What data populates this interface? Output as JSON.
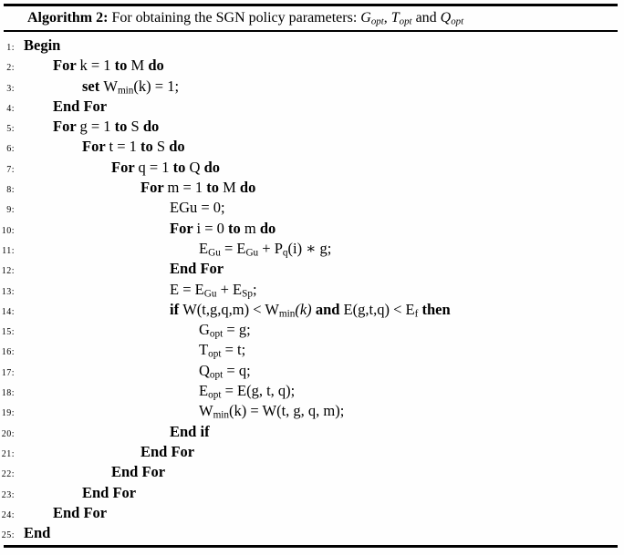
{
  "colors": {
    "background": "#ffffff",
    "text": "#000000",
    "rule": "#000000"
  },
  "title": {
    "segments": [
      {
        "t": "Algorithm 2:",
        "b": 1
      },
      {
        "t": " For obtaining the SGN policy parameters: "
      },
      {
        "t": "G",
        "i": 1
      },
      {
        "t": "opt",
        "i": 1,
        "sub": 1
      },
      {
        "t": ", "
      },
      {
        "t": "T",
        "i": 1
      },
      {
        "t": "opt",
        "i": 1,
        "sub": 1
      },
      {
        "t": " and "
      },
      {
        "t": "Q",
        "i": 1
      },
      {
        "t": "opt",
        "i": 1,
        "sub": 1
      }
    ]
  },
  "lines": [
    {
      "n": "1:",
      "indent": 0,
      "segments": [
        {
          "t": "Begin",
          "b": 1
        }
      ]
    },
    {
      "n": "2:",
      "indent": 1,
      "segments": [
        {
          "t": "For ",
          "b": 1
        },
        {
          "t": "k = 1 "
        },
        {
          "t": "to",
          "b": 1
        },
        {
          "t": " M "
        },
        {
          "t": "do",
          "b": 1
        }
      ]
    },
    {
      "n": "3:",
      "indent": 2,
      "segments": [
        {
          "t": "set ",
          "b": 1
        },
        {
          "t": "W"
        },
        {
          "t": "min",
          "sub": 1
        },
        {
          "t": "(k) = 1;"
        }
      ]
    },
    {
      "n": "4:",
      "indent": 1,
      "segments": [
        {
          "t": "End For",
          "b": 1
        }
      ]
    },
    {
      "n": "5:",
      "indent": 1,
      "segments": [
        {
          "t": "For ",
          "b": 1
        },
        {
          "t": "g = 1 "
        },
        {
          "t": "to",
          "b": 1
        },
        {
          "t": " S "
        },
        {
          "t": "do",
          "b": 1
        }
      ]
    },
    {
      "n": "6:",
      "indent": 2,
      "segments": [
        {
          "t": "For ",
          "b": 1
        },
        {
          "t": "t = 1 "
        },
        {
          "t": "to",
          "b": 1
        },
        {
          "t": " S "
        },
        {
          "t": "do",
          "b": 1
        }
      ]
    },
    {
      "n": "7:",
      "indent": 3,
      "segments": [
        {
          "t": "For ",
          "b": 1
        },
        {
          "t": "q = 1 "
        },
        {
          "t": "to",
          "b": 1
        },
        {
          "t": " Q "
        },
        {
          "t": "do",
          "b": 1
        }
      ]
    },
    {
      "n": "8:",
      "indent": 4,
      "segments": [
        {
          "t": "For ",
          "b": 1
        },
        {
          "t": "m = 1 "
        },
        {
          "t": "to",
          "b": 1
        },
        {
          "t": " M "
        },
        {
          "t": "do",
          "b": 1
        }
      ]
    },
    {
      "n": "9:",
      "indent": 5,
      "segments": [
        {
          "t": "EGu = 0;"
        }
      ]
    },
    {
      "n": "10:",
      "indent": 5,
      "segments": [
        {
          "t": "For ",
          "b": 1
        },
        {
          "t": "i = 0 "
        },
        {
          "t": "to",
          "b": 1
        },
        {
          "t": " m "
        },
        {
          "t": "do",
          "b": 1
        }
      ]
    },
    {
      "n": "11:",
      "indent": 6,
      "segments": [
        {
          "t": "E"
        },
        {
          "t": "Gu",
          "sub": 1
        },
        {
          "t": " = E"
        },
        {
          "t": "Gu",
          "sub": 1
        },
        {
          "t": " + P"
        },
        {
          "t": "q",
          "sub": 1
        },
        {
          "t": "(i) ∗ g;"
        }
      ]
    },
    {
      "n": "12:",
      "indent": 5,
      "segments": [
        {
          "t": "End For",
          "b": 1
        }
      ]
    },
    {
      "n": "13:",
      "indent": 5,
      "segments": [
        {
          "t": "E = E"
        },
        {
          "t": "Gu",
          "sub": 1
        },
        {
          "t": " + E"
        },
        {
          "t": "Sp",
          "sub": 1
        },
        {
          "t": ";"
        }
      ]
    },
    {
      "n": "14:",
      "indent": 5,
      "segments": [
        {
          "t": "if ",
          "b": 1
        },
        {
          "t": "W(t,g,q,m) < W"
        },
        {
          "t": "min",
          "sub": 1
        },
        {
          "t": "(k)",
          "i": 1
        },
        {
          "t": " "
        },
        {
          "t": "and",
          "b": 1
        },
        {
          "t": " E(g,t,q) < E"
        },
        {
          "t": "f",
          "sub": 1
        },
        {
          "t": " "
        },
        {
          "t": "then",
          "b": 1
        }
      ]
    },
    {
      "n": "15:",
      "indent": 6,
      "segments": [
        {
          "t": "G"
        },
        {
          "t": "opt",
          "sub": 1
        },
        {
          "t": " = g;"
        }
      ]
    },
    {
      "n": "16:",
      "indent": 6,
      "segments": [
        {
          "t": "T"
        },
        {
          "t": "opt",
          "sub": 1
        },
        {
          "t": " = t;"
        }
      ]
    },
    {
      "n": "17:",
      "indent": 6,
      "segments": [
        {
          "t": "Q"
        },
        {
          "t": "opt",
          "sub": 1
        },
        {
          "t": " = q;"
        }
      ]
    },
    {
      "n": "18:",
      "indent": 6,
      "segments": [
        {
          "t": "E"
        },
        {
          "t": "opt",
          "sub": 1
        },
        {
          "t": " = E(g, t, q);"
        }
      ]
    },
    {
      "n": "19:",
      "indent": 6,
      "segments": [
        {
          "t": "W"
        },
        {
          "t": "min",
          "sub": 1
        },
        {
          "t": "(k) = W(t, g, q, m);"
        }
      ]
    },
    {
      "n": "20:",
      "indent": 5,
      "segments": [
        {
          "t": "End if",
          "b": 1
        }
      ]
    },
    {
      "n": "21:",
      "indent": 4,
      "segments": [
        {
          "t": "End For",
          "b": 1
        }
      ]
    },
    {
      "n": "22:",
      "indent": 3,
      "segments": [
        {
          "t": "End For",
          "b": 1
        }
      ]
    },
    {
      "n": "23:",
      "indent": 2,
      "segments": [
        {
          "t": "End For",
          "b": 1
        }
      ]
    },
    {
      "n": "24:",
      "indent": 1,
      "segments": [
        {
          "t": "End For",
          "b": 1
        }
      ]
    },
    {
      "n": "25:",
      "indent": 0,
      "segments": [
        {
          "t": "End",
          "b": 1
        }
      ]
    }
  ]
}
